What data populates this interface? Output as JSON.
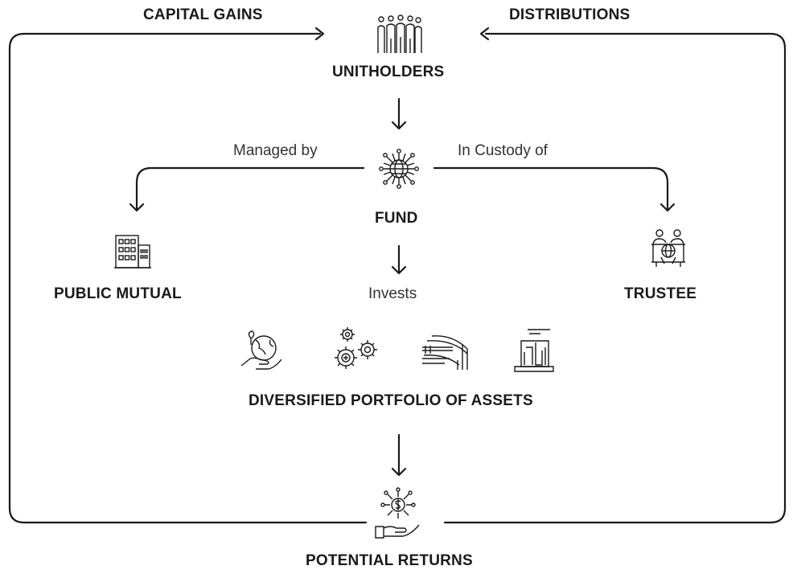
{
  "labels": {
    "capital_gains": "CAPITAL GAINS",
    "distributions": "DISTRIBUTIONS",
    "unitholders": "UNITHOLDERS",
    "managed_by": "Managed by",
    "in_custody_of": "In Custody of",
    "fund": "FUND",
    "public_mutual": "PUBLIC MUTUAL",
    "invests": "Invests",
    "trustee": "TRUSTEE",
    "portfolio": "DIVERSIFIED PORTFOLIO OF ASSETS",
    "potential_returns": "POTENTIAL RETURNS"
  },
  "icons": {
    "unitholders": "people-group-icon",
    "fund": "globe-network-icon",
    "public_mutual": "office-building-icon",
    "trustee": "handshake-globe-icon",
    "asset_1": "hand-globe-leaf-icon",
    "asset_2": "gears-icon",
    "asset_3": "infrastructure-bridge-icon",
    "asset_4": "laptop-chart-icon",
    "potential_returns": "hand-dollar-icon"
  },
  "colors": {
    "line": "#1a1a1a",
    "text": "#1a1a1a"
  }
}
